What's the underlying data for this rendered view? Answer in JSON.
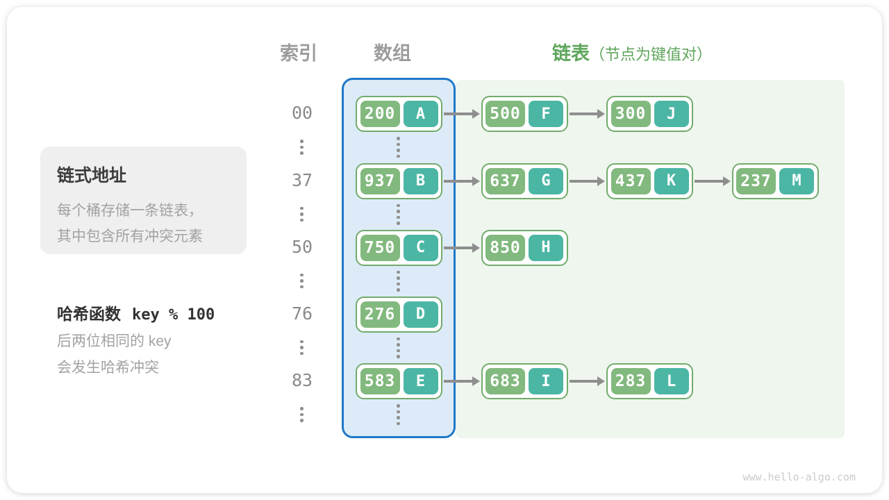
{
  "headers": {
    "index": "索引",
    "array": "数组",
    "list": "链表",
    "list_note": "（节点为键值对）"
  },
  "annotations": {
    "card": {
      "title": "链式地址",
      "lines": [
        "每个桶存储一条链表，",
        "其中包含所有冲突元素"
      ]
    },
    "hash": {
      "title": "哈希函数",
      "formula": "key % 100",
      "lines": [
        "后两位相同的 key",
        "会发生哈希冲突"
      ]
    }
  },
  "rows": [
    {
      "index": "00",
      "bucket": {
        "key": "200",
        "val": "A"
      },
      "chain": [
        {
          "key": "500",
          "val": "F"
        },
        {
          "key": "300",
          "val": "J"
        }
      ]
    },
    {
      "index": "37",
      "bucket": {
        "key": "937",
        "val": "B"
      },
      "chain": [
        {
          "key": "637",
          "val": "G"
        },
        {
          "key": "437",
          "val": "K"
        },
        {
          "key": "237",
          "val": "M"
        }
      ]
    },
    {
      "index": "50",
      "bucket": {
        "key": "750",
        "val": "C"
      },
      "chain": [
        {
          "key": "850",
          "val": "H"
        }
      ]
    },
    {
      "index": "76",
      "bucket": {
        "key": "276",
        "val": "D"
      },
      "chain": []
    },
    {
      "index": "83",
      "bucket": {
        "key": "583",
        "val": "E"
      },
      "chain": [
        {
          "key": "683",
          "val": "I"
        },
        {
          "key": "283",
          "val": "L"
        }
      ]
    }
  ],
  "colors": {
    "array_fill": "#dcebf7",
    "array_border": "#1e78c8",
    "list_panel_fill": "#eef6ee",
    "node_border": "#72ab6b",
    "node_key_fill": "#82b97e",
    "node_val_fill": "#4cb6a5",
    "header_green": "#5fa65c",
    "arrow_gray": "#8e8e8e"
  },
  "watermark": "www.hello-algo.com"
}
